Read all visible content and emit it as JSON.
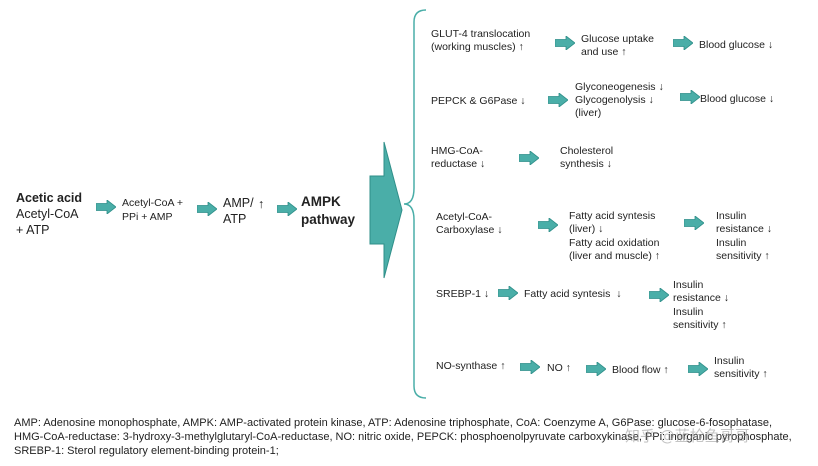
{
  "source": {
    "line1": "Acetic acid",
    "line2": "Acetyl-CoA",
    "line3": "+ ATP"
  },
  "step1": {
    "line1": "Acetyl-CoA +",
    "line2": "PPi + AMP"
  },
  "step2": {
    "line1": "AMP/",
    "arrow": "↑",
    "line2": "ATP"
  },
  "pathway": {
    "line1": "AMPK",
    "line2": "pathway"
  },
  "branches": [
    {
      "target": {
        "line1": "GLUT-4 translocation",
        "line2": "(working muscles) ↑"
      },
      "effect": {
        "line1": "Glucose uptake",
        "line2": "and use ↑"
      },
      "outcome": {
        "line1": "Blood glucose ↓"
      }
    },
    {
      "target": {
        "line1": "PEPCK & G6Pase ↓"
      },
      "effect": {
        "line1": "Glyconeogenesis ↓",
        "line2": "Glycogenolysis ↓",
        "line3": "(liver)"
      },
      "outcome": {
        "line1": "Blood glucose ↓"
      }
    },
    {
      "target": {
        "line1": "HMG-CoA-",
        "line2": "reductase ↓"
      },
      "effect": {
        "line1": "Cholesterol",
        "line2": "synthesis ↓"
      }
    },
    {
      "target": {
        "line1": "Acetyl-CoA-",
        "line2": "Carboxylase ↓"
      },
      "effect": {
        "line1": "Fatty acid syntesis",
        "line2": "(liver) ↓",
        "line3": "Fatty acid oxidation",
        "line4": "(liver and muscle) ↑"
      },
      "outcome": {
        "line1": "Insulin",
        "line2": "resistance ↓",
        "line3": "Insulin",
        "line4": "sensitivity ↑"
      }
    },
    {
      "target": {
        "line1": "SREBP-1 ↓"
      },
      "effect": {
        "line1": "Fatty acid syntesis  ↓"
      },
      "outcome": {
        "line1": "Insulin",
        "line2": "resistance ↓",
        "line3": "Insulin",
        "line4": "sensitivity ↑"
      }
    },
    {
      "target": {
        "line1": "NO-synthase ↑"
      },
      "effect": {
        "line1": "NO ↑"
      },
      "effect2": {
        "line1": "Blood flow ↑"
      },
      "outcome": {
        "line1": "Insulin",
        "line2": "sensitivity ↑"
      }
    }
  ],
  "footnote": "AMP: Adenosine monophosphate, AMPK: AMP-activated protein kinase, ATP: Adenosine triphosphate, CoA: Coenzyme A, G6Pase: glucose-6-fosophatase, HMG-CoA-reductase: 3-hydroxy-3-methylglutaryl-CoA-reductase, NO: nitric oxide, PEPCK: phosphoenolpyruvate carboxykinase, PPi: inorganic pyrophosphate, SREBP-1: Sterol regulatory element-binding protein-1;",
  "watermark": "知乎 @蓝枪鱼哥哥",
  "colors": {
    "arrow_fill": "#4aaea8",
    "arrow_stroke": "#2f8f89",
    "bracket": "#4aaea8"
  }
}
